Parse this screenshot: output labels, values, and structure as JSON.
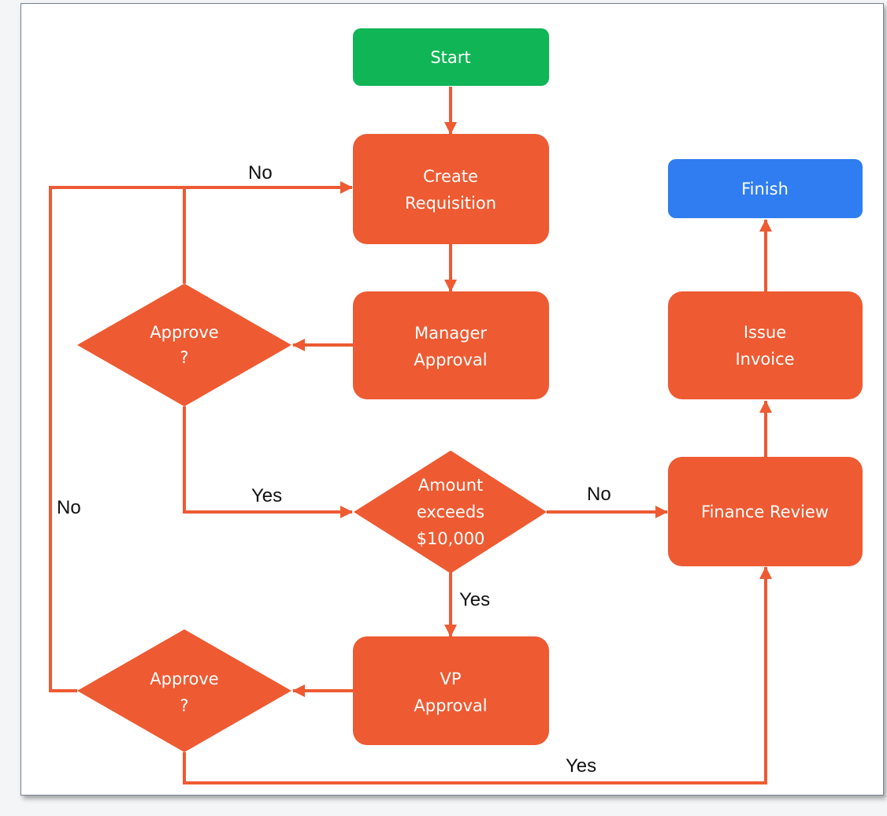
{
  "colors": {
    "process": "#ee5a32",
    "start": "#10b556",
    "finish": "#2f7df0",
    "edge": "#ee5a32",
    "text": "#ffffff",
    "label": "#111111"
  },
  "nodes": {
    "start": [
      "Start"
    ],
    "create_requisition": [
      "Create",
      "Requisition"
    ],
    "manager_approval": [
      "Manager",
      "Approval"
    ],
    "approve_manager": [
      "Approve",
      "?"
    ],
    "amount_exceeds": [
      "Amount",
      "exceeds",
      "$10,000"
    ],
    "finance_review": [
      "Finance Review"
    ],
    "issue_invoice": [
      "Issue",
      "Invoice"
    ],
    "finish": [
      "Finish"
    ],
    "vp_approval": [
      "VP",
      "Approval"
    ],
    "approve_vp": [
      "Approve",
      "?"
    ]
  },
  "edge_labels": {
    "no_top": "No",
    "no_left": "No",
    "yes_amount": "Yes",
    "no_amount": "No",
    "yes_vp": "Yes",
    "yes_bottom": "Yes"
  }
}
